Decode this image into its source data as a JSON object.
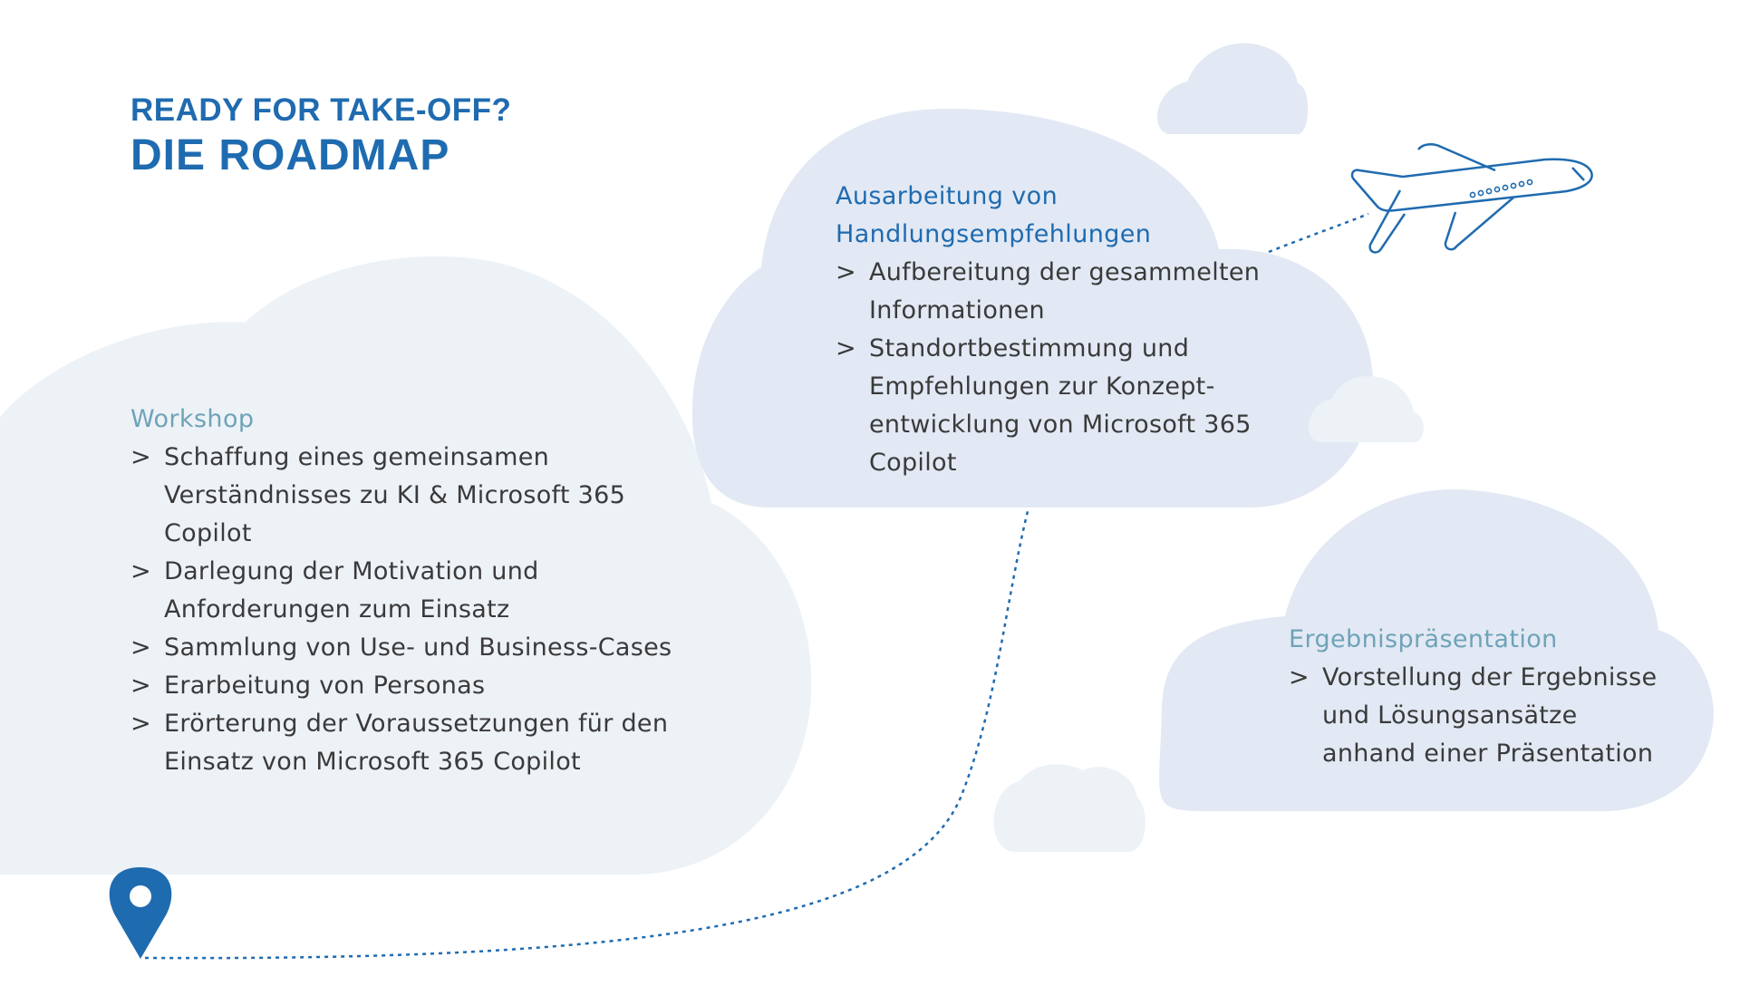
{
  "header": {
    "kicker": "READY FOR TAKE-OFF?",
    "title": "DIE ROADMAP"
  },
  "steps": [
    {
      "title": "Workshop",
      "items": [
        "Schaffung eines gemeinsamen Verständnisses zu KI & Microsoft 365 Copilot",
        "Darlegung der Motivation und Anforderungen zum Einsatz",
        "Sammlung von Use- und Business-Cases",
        "Erarbeitung von Personas",
        "Erörterung der Voraussetzungen für den Einsatz von Microsoft 365 Copilot"
      ]
    },
    {
      "title": "Ausarbeitung von Handlungsempfehlungen",
      "items": [
        "Aufbereitung der gesammelten Informationen",
        "Standortbestimmung und Empfehlungen zur Konzept­entwicklung von Microsoft 365 Copilot"
      ]
    },
    {
      "title": "Ergebnispräsentation",
      "items": [
        "Vorstellung der Ergebnisse und Lösungsansätze anhand einer Präsentation"
      ]
    }
  ],
  "bullet_glyph": ">",
  "colors": {
    "primary_blue": "#1f6bb0",
    "muted_teal": "#6fa3b8",
    "cloud_light": "#edf2f7",
    "cloud_mid": "#e2e9f4",
    "text": "#3a3a3a"
  },
  "icons": [
    "location-pin-icon",
    "airplane-icon"
  ]
}
